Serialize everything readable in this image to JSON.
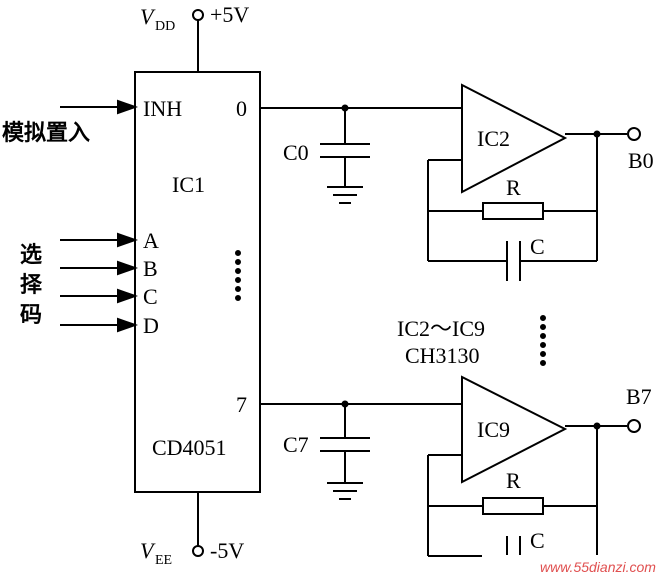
{
  "supply": {
    "vdd_symbol": "V",
    "vdd_sub": "DD",
    "vdd_value": "+5V",
    "vee_symbol": "V",
    "vee_sub": "EE",
    "vee_value": "-5V"
  },
  "ic1": {
    "name": "IC1",
    "part": "CD4051",
    "inh_pin": "INH",
    "out0_pin": "0",
    "out7_pin": "7",
    "pins": [
      "A",
      "B",
      "C",
      "D"
    ]
  },
  "inputs": {
    "analog_in": "模拟置入",
    "select_code": [
      "选",
      "择",
      "码"
    ]
  },
  "capacitors": {
    "c0": "C0",
    "c7": "C7",
    "feedback_c_top": "C",
    "feedback_c_bottom": "C"
  },
  "resistors": {
    "r_top": "R",
    "r_bottom": "R"
  },
  "amplifiers": {
    "top": "IC2",
    "bottom": "IC9",
    "range_note": "IC2～IC9",
    "part_note": "CH3130"
  },
  "outputs": {
    "b0": "B0",
    "b7": "B7"
  },
  "watermark": {
    "domain": "www.55dianzi.com"
  }
}
